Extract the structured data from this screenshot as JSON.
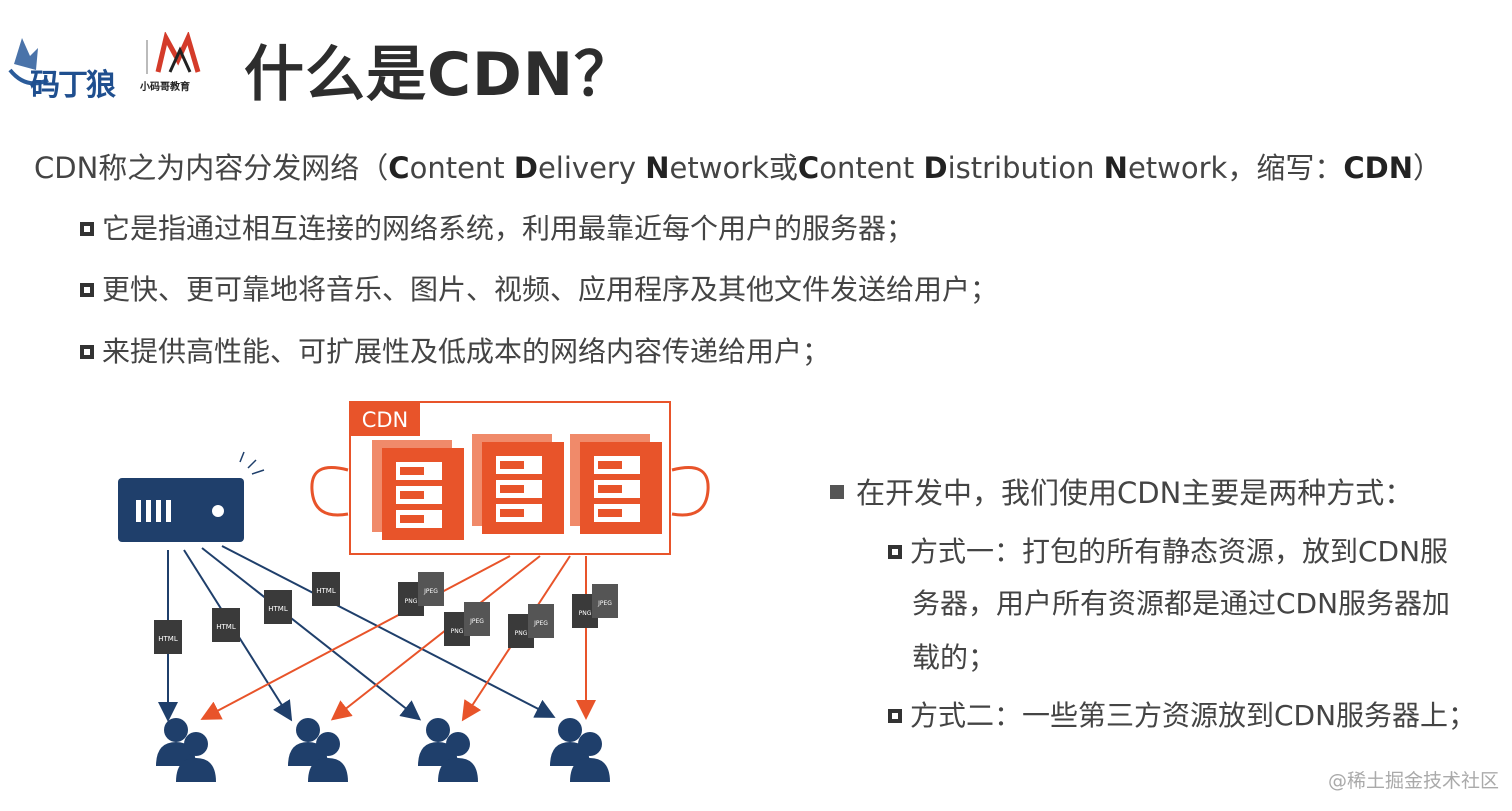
{
  "header": {
    "logo_text_1": "码丁狼",
    "logo_text_2": "小码哥教育",
    "title": "什么是CDN？"
  },
  "bullets": {
    "intro": {
      "p1": "CDN称之为内容分发网络（",
      "c1": "C",
      "t1": "ontent ",
      "d1": "D",
      "t2": "elivery ",
      "n1": "N",
      "t3": "etwork或",
      "c2": "C",
      "t4": "ontent ",
      "d2": "D",
      "t5": "istribution ",
      "n2": "N",
      "t6": "etwork，缩写：",
      "abbr": "CDN",
      "p2": "）"
    },
    "sub": [
      "它是指通过相互连接的网络系统，利用最靠近每个用户的服务器；",
      "更快、更可靠地将音乐、图片、视频、应用程序及其他文件发送给用户；",
      "来提供高性能、可扩展性及低成本的网络内容传递给用户；"
    ]
  },
  "usage": {
    "heading": "在开发中，我们使用CDN主要是两种方式：",
    "way1_line1": "方式一：打包的所有静态资源，放到CDN服",
    "way1_line2": "务器，用户所有资源都是通过CDN服务器加",
    "way1_line3": "载的；",
    "way2": "方式二：一些第三方资源放到CDN服务器上；"
  },
  "diagram": {
    "cdn_label": "CDN",
    "file_html": "HTML",
    "file_png": "PNG",
    "file_jpeg": "JPEG",
    "colors": {
      "origin": "#1f3f6b",
      "cdn": "#e8542a",
      "user": "#1f3f6b",
      "file": "#3a3a3a"
    }
  },
  "watermark": "@稀土掘金技术社区"
}
